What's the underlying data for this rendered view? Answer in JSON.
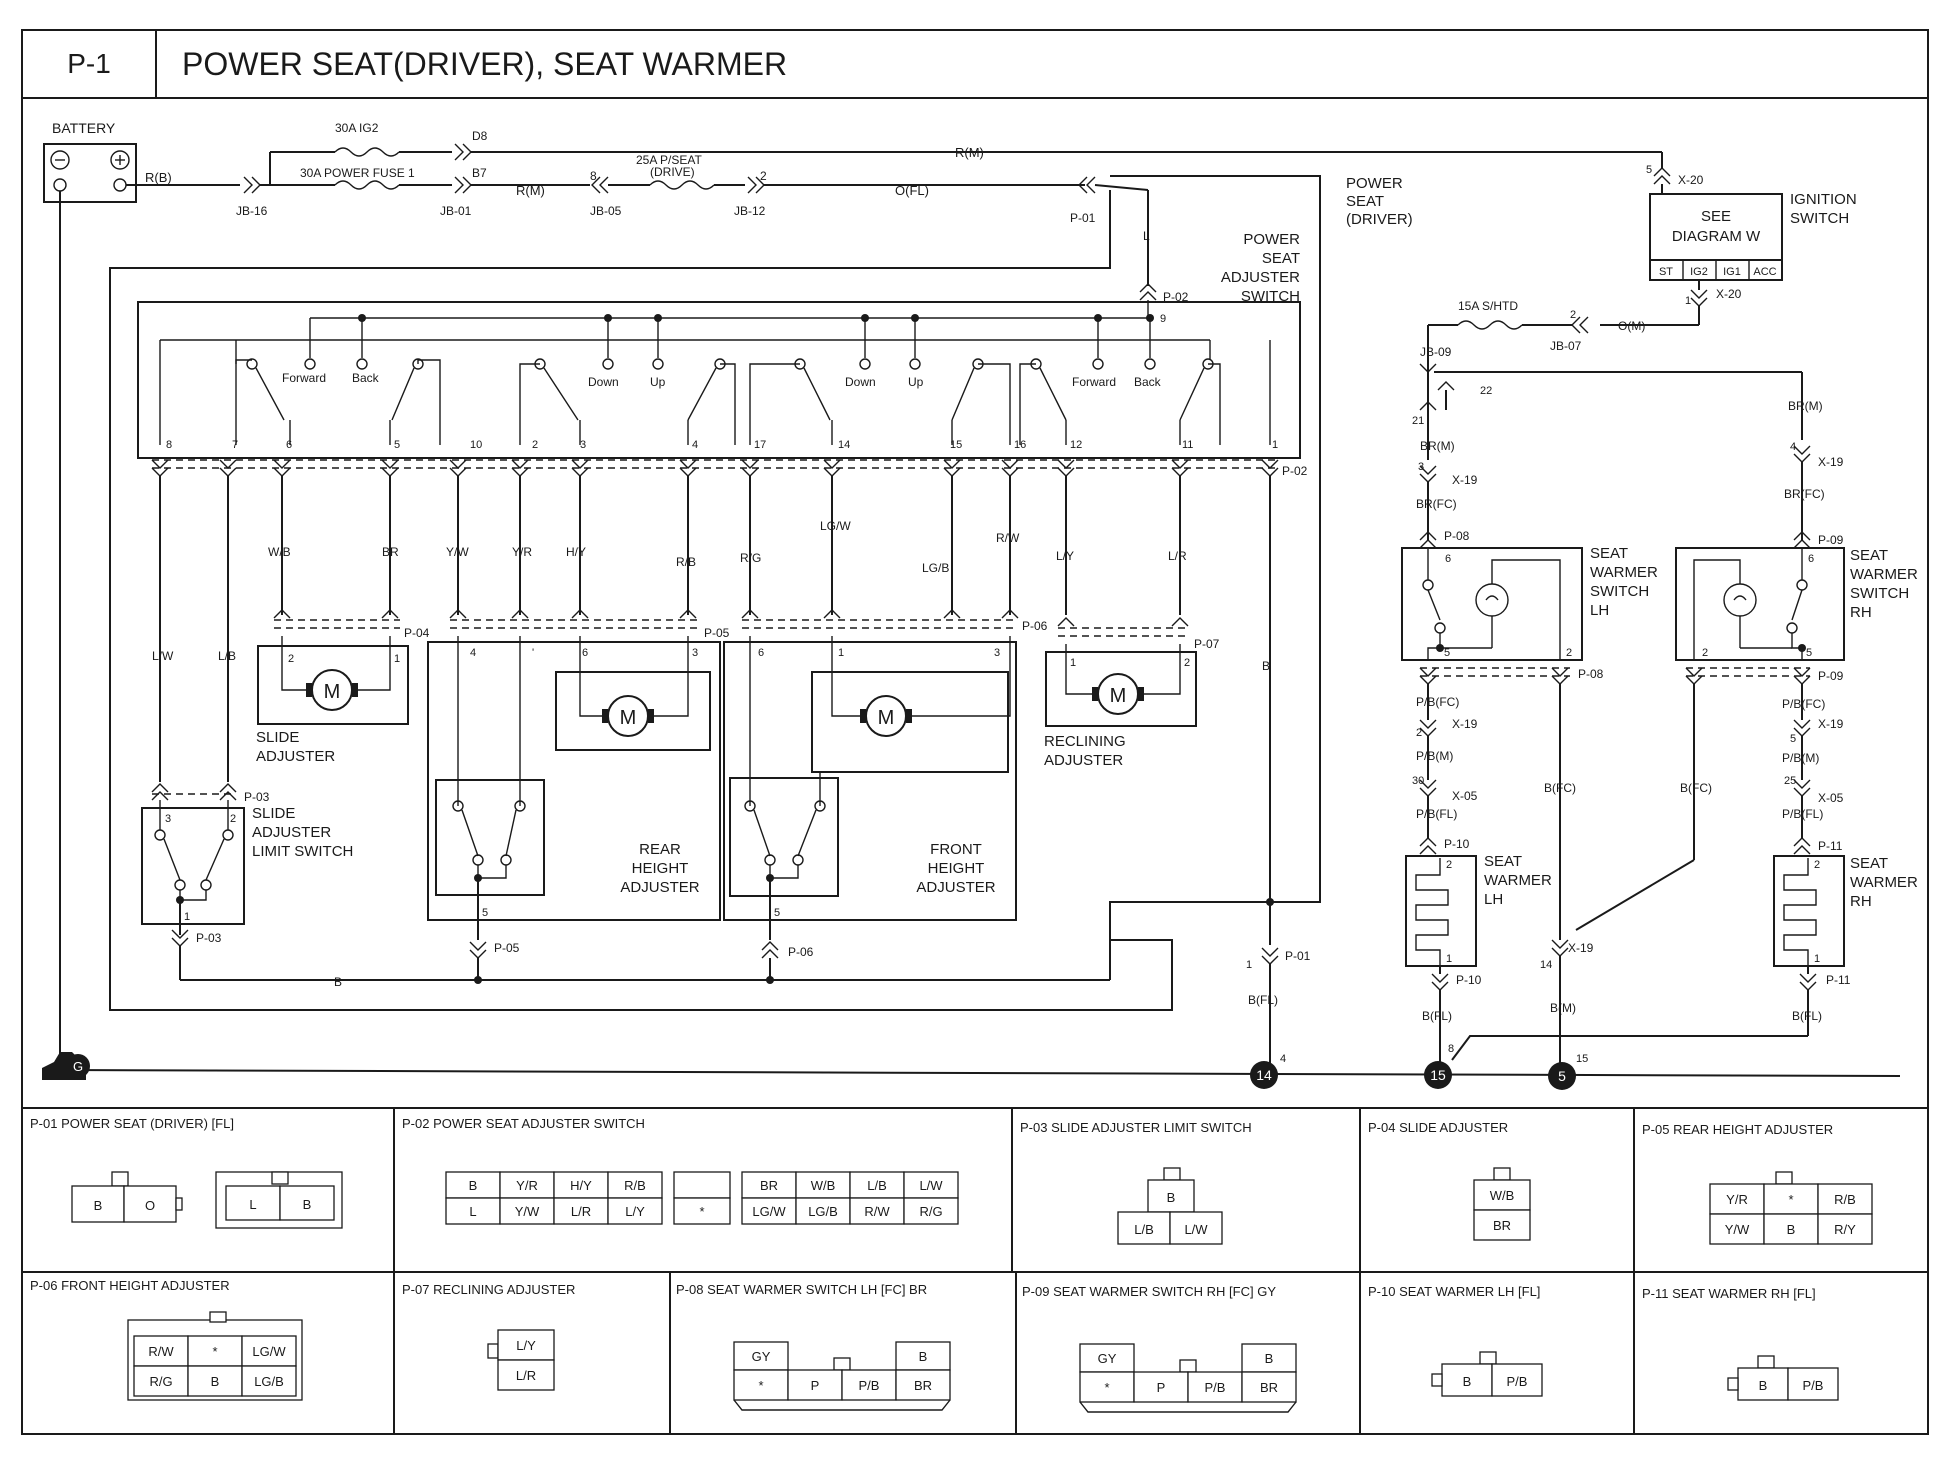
{
  "title": {
    "code": "P-1",
    "text": "POWER SEAT(DRIVER), SEAT WARMER"
  },
  "labels": {
    "battery": "BATTERY",
    "fuse_30a_ig2": "30A IG2",
    "fuse_30a_power": "30A POWER FUSE 1",
    "fuse_25a_pseat": "25A P/SEAT",
    "fuse_25a_pseat_sub": "(DRIVE)",
    "fuse_15a": "15A S/HTD",
    "jb16": "JB-16",
    "jb01": "JB-01",
    "jb05": "JB-05",
    "jb12": "JB-12",
    "jb09": "JB-09",
    "jb07": "JB-07",
    "d8": "D8",
    "b7": "B7",
    "pin8": "8",
    "pin2": "2",
    "wire_rb": "R(B)",
    "wire_rm_top": "R(M)",
    "wire_rm": "R(M)",
    "wire_ofl": "O(FL)",
    "wire_om": "O(M)",
    "wire_l": "L",
    "p01": "P-01",
    "p02": "P-02",
    "p03": "P-03",
    "p04": "P-04",
    "p05": "P-05",
    "p06": "P-06",
    "p07": "P-07",
    "p08": "P-08",
    "p09": "P-09",
    "p10": "P-10",
    "p11": "P-11",
    "x20": "X-20",
    "x19": "X-19",
    "x05": "X-05",
    "power_seat_1": "POWER",
    "power_seat_2": "SEAT",
    "power_seat_3": "(DRIVER)",
    "psas_1": "POWER",
    "psas_2": "SEAT",
    "psas_3": "ADJUSTER",
    "psas_4": "SWITCH",
    "see_diagram_1": "SEE",
    "see_diagram_2": "DIAGRAM  W",
    "ign_1": "IGNITION",
    "ign_2": "SWITCH",
    "ign_st": "ST",
    "ign_ig2": "IG2",
    "ign_ig1": "IG1",
    "ign_acc": "ACC",
    "forward": "Forward",
    "back": "Back",
    "down": "Down",
    "up": "Up",
    "slide_adj_1": "SLIDE",
    "slide_adj_2": "ADJUSTER",
    "slide_lim_1": "SLIDE",
    "slide_lim_2": "ADJUSTER",
    "slide_lim_3": "LIMIT SWITCH",
    "rear_h_1": "REAR",
    "rear_h_2": "HEIGHT",
    "rear_h_3": "ADJUSTER",
    "front_h_1": "FRONT",
    "front_h_2": "HEIGHT",
    "front_h_3": "ADJUSTER",
    "recl_1": "RECLINING",
    "recl_2": "ADJUSTER",
    "swsw_lh_1": "SEAT",
    "swsw_lh_2": "WARMER",
    "swsw_lh_3": "SWITCH",
    "swsw_lh_4": "LH",
    "swsw_rh_1": "SEAT",
    "swsw_rh_2": "WARMER",
    "swsw_rh_3": "SWITCH",
    "swsw_rh_4": "RH",
    "sw_lh_1": "SEAT",
    "sw_lh_2": "WARMER",
    "sw_lh_3": "LH",
    "sw_rh_1": "SEAT",
    "sw_rh_2": "WARMER",
    "sw_rh_3": "RH",
    "motor": "M",
    "wires": {
      "lw": "L/W",
      "lb": "L/B",
      "wb": "W/B",
      "br": "BR",
      "yw": "Y/W",
      "yr": "Y/R",
      "hy": "H/Y",
      "rb": "R/B",
      "rg": "R/G",
      "lgw": "LG/W",
      "lgb": "LG/B",
      "rw": "R/W",
      "ly": "L/Y",
      "lr": "L/R",
      "b": "B",
      "bfl": "B(FL)",
      "bm": "B(M)",
      "bfc": "B(FC)",
      "brm": "BR(M)",
      "brfc": "BR(FC)",
      "pbfc": "P/B(FC)",
      "pbm": "P/B(M)",
      "pbfl": "P/B(FL)"
    },
    "ground_g": "G",
    "ground_14": "14",
    "ground_15": "15",
    "ground_5": "5"
  },
  "connectors": {
    "p01": {
      "title": "P-01 POWER SEAT (DRIVER) [FL]",
      "a": [
        "B",
        "O"
      ],
      "b": [
        "L",
        "B"
      ]
    },
    "p02": {
      "title": "P-02 POWER SEAT ADJUSTER SWITCH",
      "row1": [
        "B",
        "Y/R",
        "H/Y",
        "R/B",
        "",
        "BR",
        "W/B",
        "L/B",
        "L/W"
      ],
      "row2": [
        "L",
        "Y/W",
        "L/R",
        "L/Y",
        "*",
        "LG/W",
        "LG/B",
        "R/W",
        "R/G"
      ]
    },
    "p03": {
      "title": "P-03 SLIDE ADJUSTER LIMIT SWITCH",
      "top": "B",
      "bottom": [
        "L/B",
        "L/W"
      ]
    },
    "p04": {
      "title": "P-04 SLIDE ADJUSTER",
      "top": "W/B",
      "bottom": "BR"
    },
    "p05": {
      "title": "P-05 REAR HEIGHT ADJUSTER",
      "row1": [
        "Y/R",
        "*",
        "R/B"
      ],
      "row2": [
        "Y/W",
        "B",
        "R/Y"
      ]
    },
    "p06": {
      "title": "P-06 FRONT HEIGHT ADJUSTER",
      "row1": [
        "R/W",
        "*",
        "LG/W"
      ],
      "row2": [
        "R/G",
        "B",
        "LG/B"
      ]
    },
    "p07": {
      "title": "P-07 RECLINING ADJUSTER",
      "top": "L/Y",
      "bottom": "L/R"
    },
    "p08": {
      "title": "P-08 SEAT WARMER SWITCH LH [FC] BR",
      "tl": "GY",
      "tr": "B",
      "row": [
        "*",
        "P",
        "P/B",
        "BR"
      ]
    },
    "p09": {
      "title": "P-09 SEAT WARMER SWITCH RH [FC] GY",
      "tl": "GY",
      "tr": "B",
      "row": [
        "*",
        "P",
        "P/B",
        "BR"
      ]
    },
    "p10": {
      "title": "P-10 SEAT WARMER LH [FL]",
      "cells": [
        "B",
        "P/B"
      ]
    },
    "p11": {
      "title": "P-11 SEAT WARMER RH [FL]",
      "cells": [
        "B",
        "P/B"
      ]
    }
  }
}
